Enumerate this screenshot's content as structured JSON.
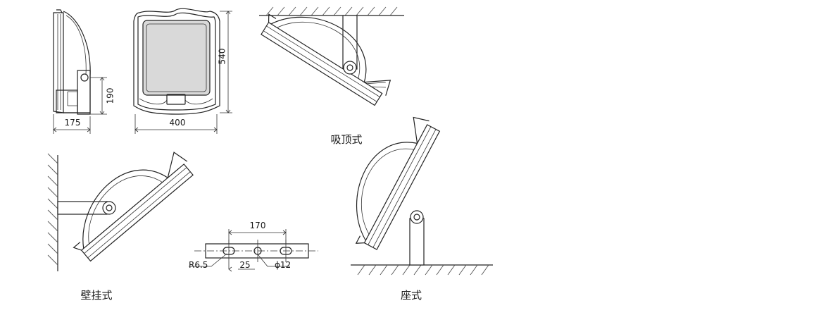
{
  "dimensions": {
    "side_depth": "175",
    "side_bracket_height": "190",
    "front_width": "400",
    "front_height": "540",
    "bracket_hole_spacing": "170",
    "bracket_slot_radius": "R6.5",
    "bracket_edge_offset": "25",
    "bracket_hole_diameter": "ϕ12"
  },
  "captions": {
    "ceiling_mount": "吸顶式",
    "wall_mount": "壁挂式",
    "floor_mount": "座式"
  },
  "colors": {
    "line": "#222222",
    "glass": "#d9d9d9",
    "background": "#ffffff"
  }
}
